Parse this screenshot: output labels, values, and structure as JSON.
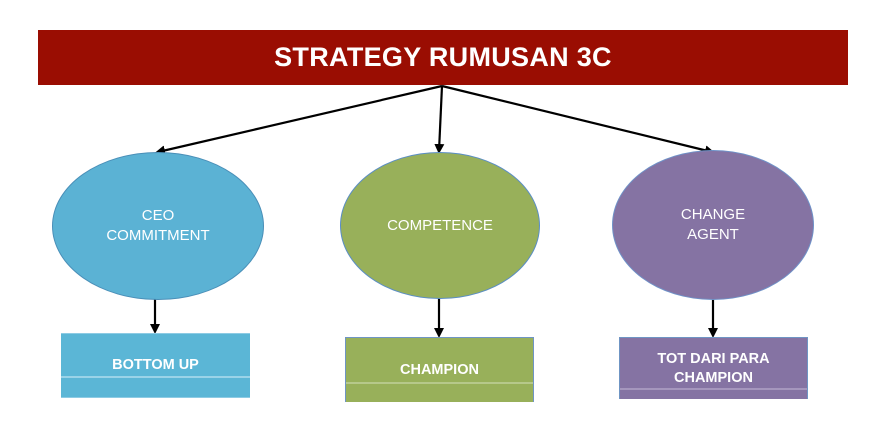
{
  "title": "STRATEGY RUMUSAN 3C",
  "nodes": [
    {
      "label": "CEO\nCOMMITMENT",
      "color": "#5bb2d4"
    },
    {
      "label": "COMPETENCE",
      "color": "#98b05a"
    },
    {
      "label": "CHANGE\nAGENT",
      "color": "#8573a3"
    }
  ],
  "boxes": [
    {
      "label": "BOTTOM UP",
      "color": "#5bb6d6"
    },
    {
      "label": "CHAMPION",
      "color": "#98b05a"
    },
    {
      "label": "TOT DARI PARA\nCHAMPION",
      "color": "#8573a3"
    }
  ],
  "colors": {
    "title_bar": "#9a0d02",
    "arrow": "#000000"
  }
}
